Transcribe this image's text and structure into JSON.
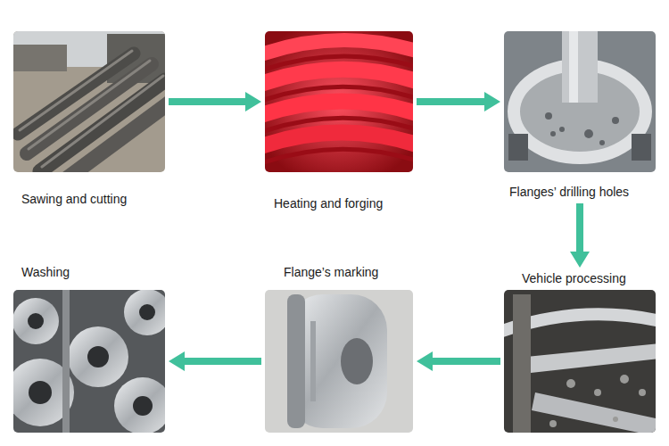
{
  "diagram": {
    "nodes": [
      {
        "text": [
          "Sawing and cutting"
        ]
      },
      {
        "text": [
          "Heating and forging"
        ]
      },
      {
        "text": [
          "Flanges’ drilling holes"
        ]
      },
      {
        "text": [
          "Vehicle processing"
        ]
      },
      {
        "text": [
          "Flange’s marking"
        ]
      },
      {
        "text": [
          "Washing"
        ]
      }
    ],
    "edges": [
      {
        "from": 0,
        "to": 1,
        "arrow": "to"
      },
      {
        "from": 1,
        "to": 2,
        "arrow": "to"
      },
      {
        "from": 2,
        "to": 3,
        "arrow": "to"
      },
      {
        "from": 3,
        "to": 4,
        "arrow": "to"
      },
      {
        "from": 4,
        "to": 5,
        "arrow": "to"
      }
    ]
  }
}
